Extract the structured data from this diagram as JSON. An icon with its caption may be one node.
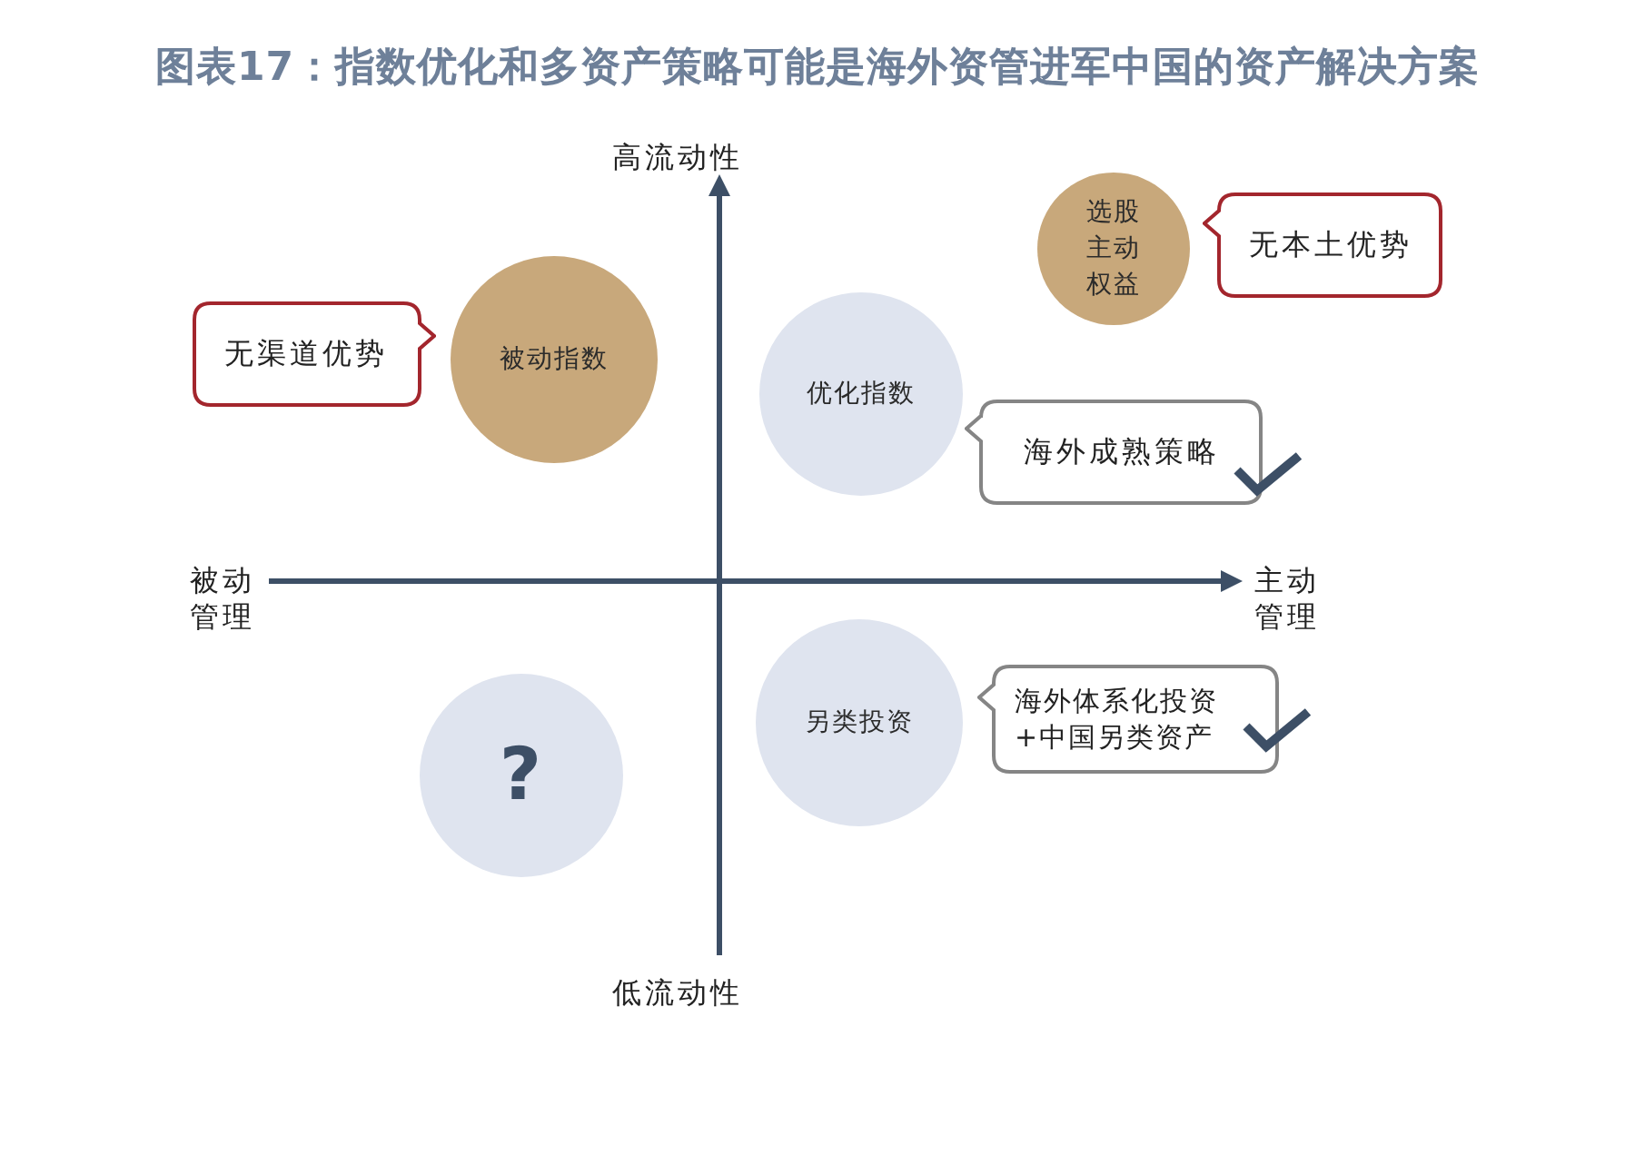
{
  "diagram": {
    "title": "图表17：指数优化和多资产策略可能是海外资管进军中国的资产解决方案",
    "nodes": [
      {
        "text": [
          "选股主动权益"
        ]
      },
      {
        "text": [
          "无本土优势"
        ]
      },
      {
        "text": [
          "无渠道优势"
        ]
      },
      {
        "text": [
          "被动指数"
        ]
      },
      {
        "text": [
          "优化指数"
        ]
      },
      {
        "text": [
          "海外成熟策略"
        ]
      },
      {
        "text": [
          "另类投资"
        ]
      },
      {
        "text": [
          "海外体系化投资+中国另类资产"
        ]
      },
      {
        "text": [
          "?"
        ]
      }
    ],
    "labels": [
      "高流动性",
      "被动管理",
      "主动管理",
      "低流动性"
    ]
  }
}
